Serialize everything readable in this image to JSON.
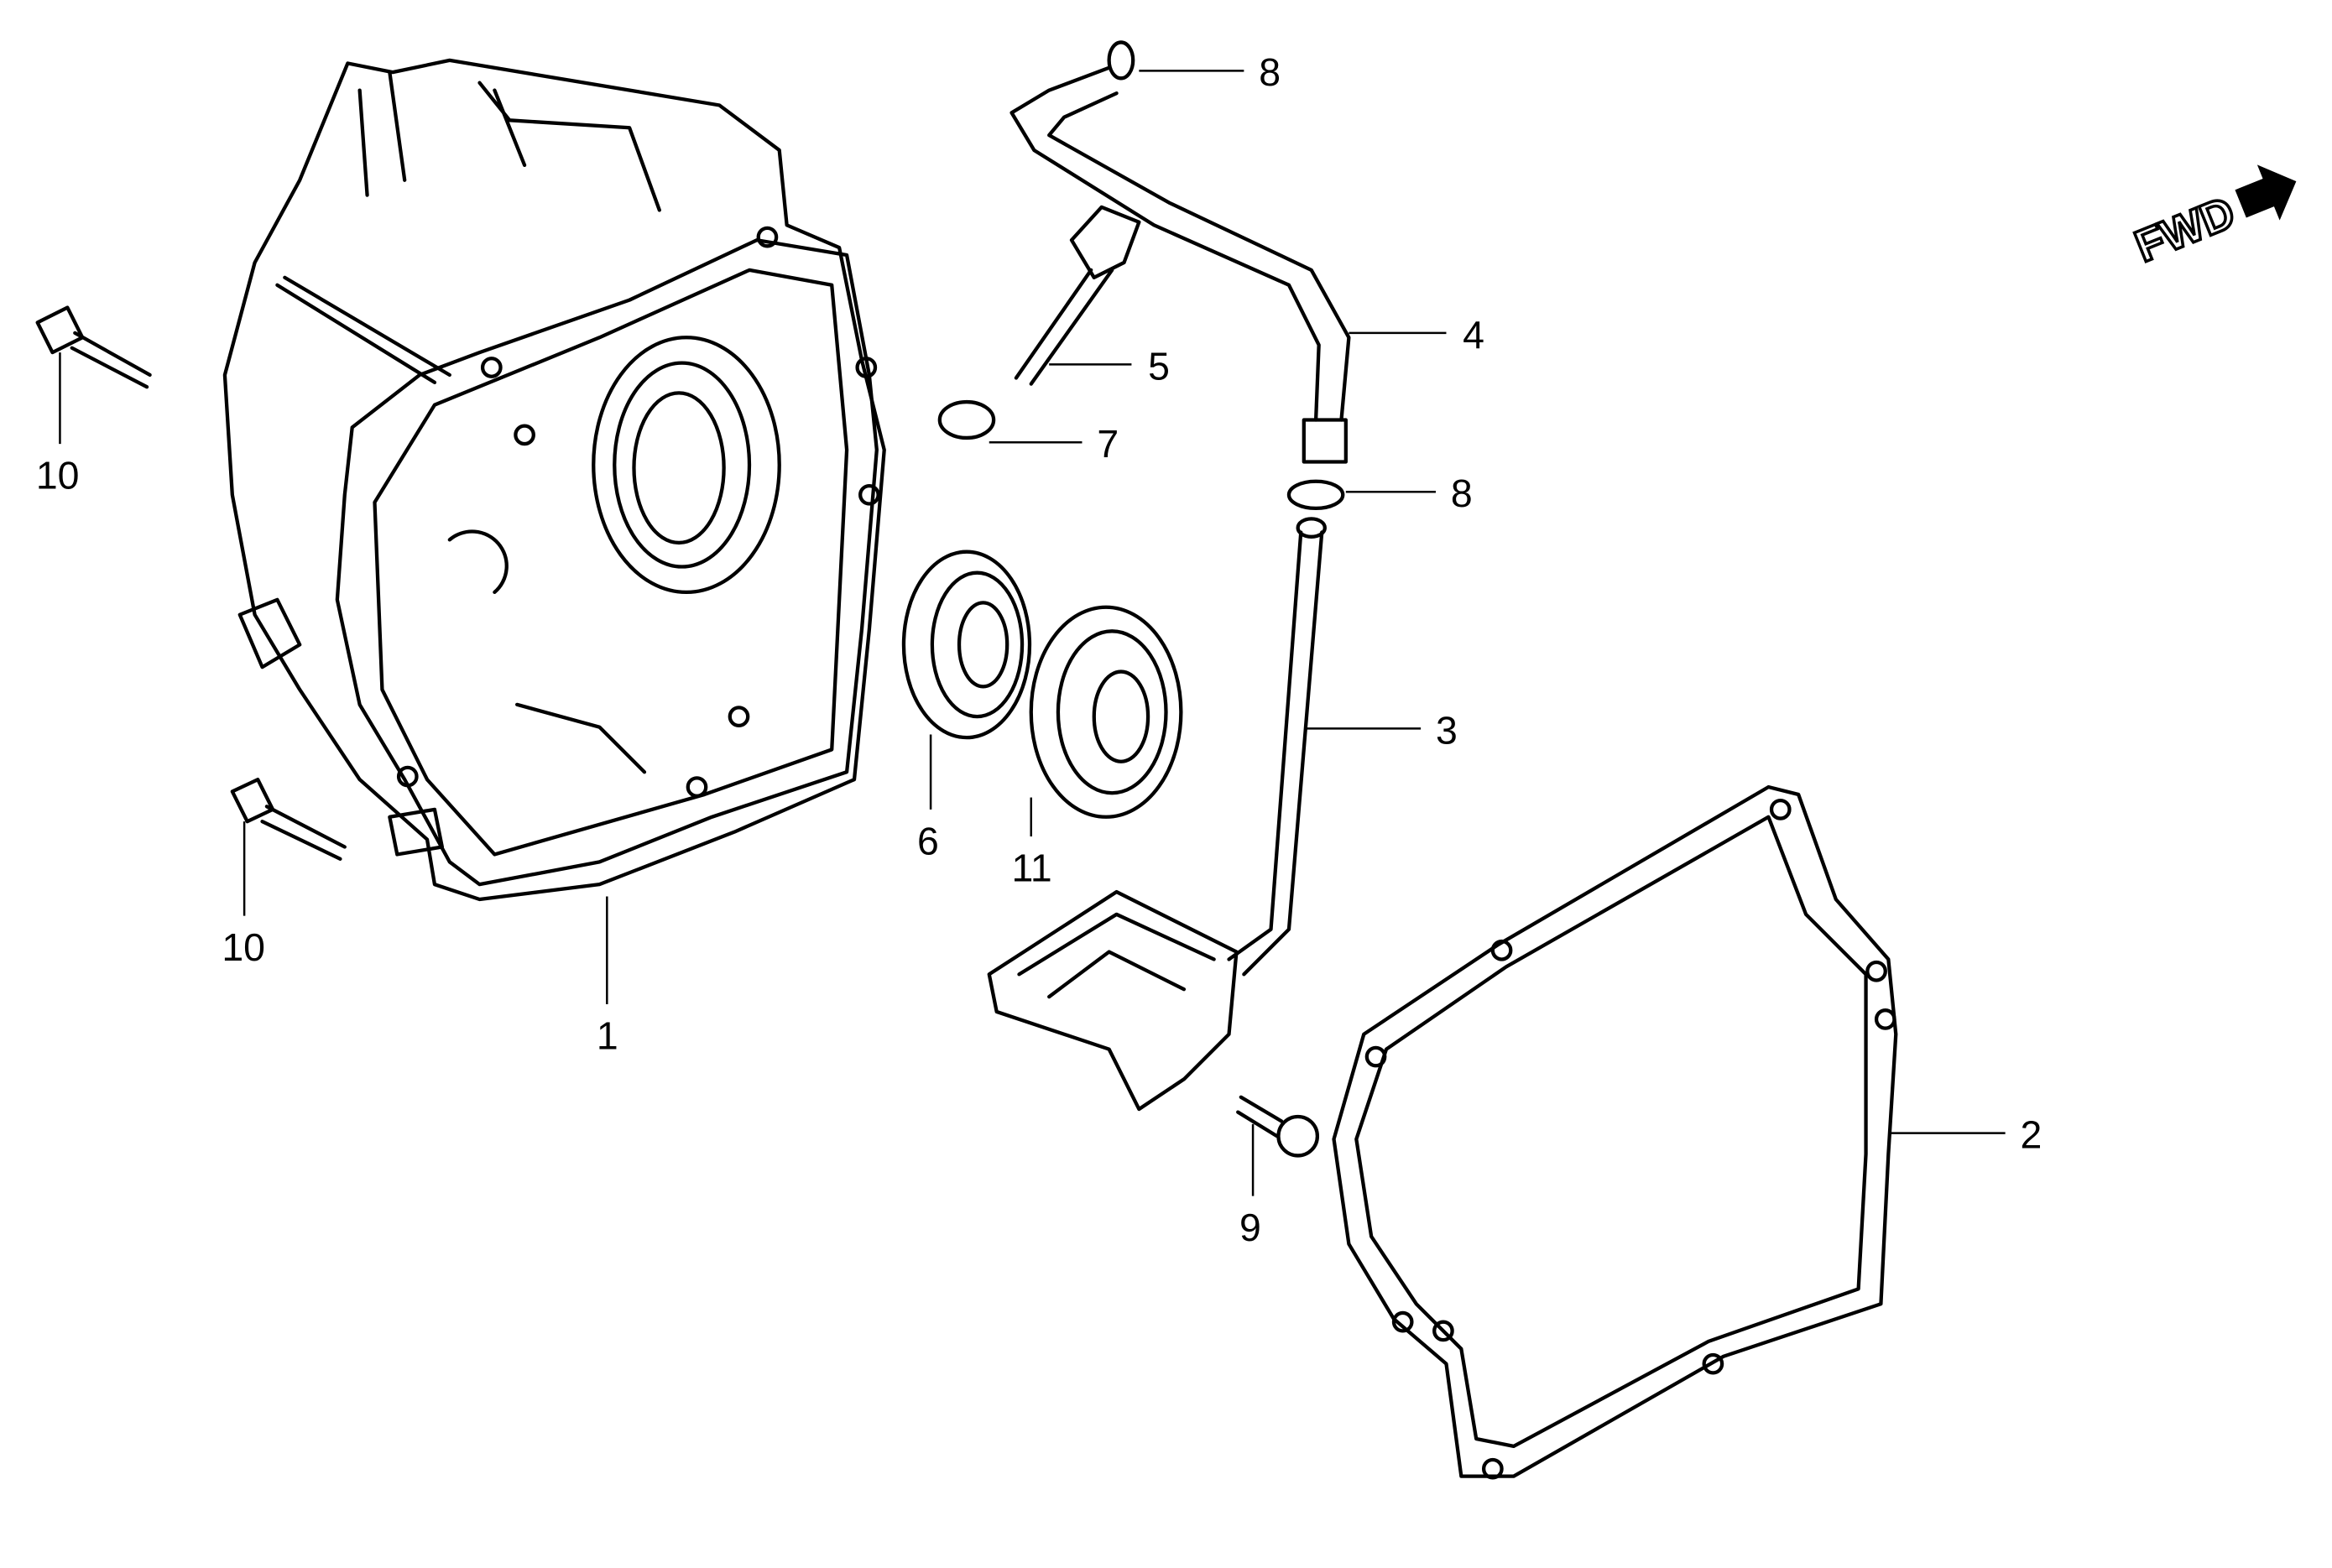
{
  "diagram": {
    "direction_label": "FWD",
    "callouts": [
      {
        "id": "c1",
        "text": "1",
        "part": "crankcase-cover"
      },
      {
        "id": "c2",
        "text": "2",
        "part": "cover-gasket"
      },
      {
        "id": "c3",
        "text": "3",
        "part": "breather-tube"
      },
      {
        "id": "c4",
        "text": "4",
        "part": "breather-hose"
      },
      {
        "id": "c5",
        "text": "5",
        "part": "oil-filler-cap"
      },
      {
        "id": "c6",
        "text": "6",
        "part": "oil-seal"
      },
      {
        "id": "c7",
        "text": "7",
        "part": "o-ring"
      },
      {
        "id": "c8a",
        "text": "8",
        "part": "hose-clip-top"
      },
      {
        "id": "c8b",
        "text": "8",
        "part": "hose-clip-middle"
      },
      {
        "id": "c9",
        "text": "9",
        "part": "flange-bolt"
      },
      {
        "id": "c10a",
        "text": "10",
        "part": "flange-bolt-upper"
      },
      {
        "id": "c10b",
        "text": "10",
        "part": "flange-bolt-lower"
      },
      {
        "id": "c11",
        "text": "11",
        "part": "ball-bearing"
      }
    ]
  }
}
